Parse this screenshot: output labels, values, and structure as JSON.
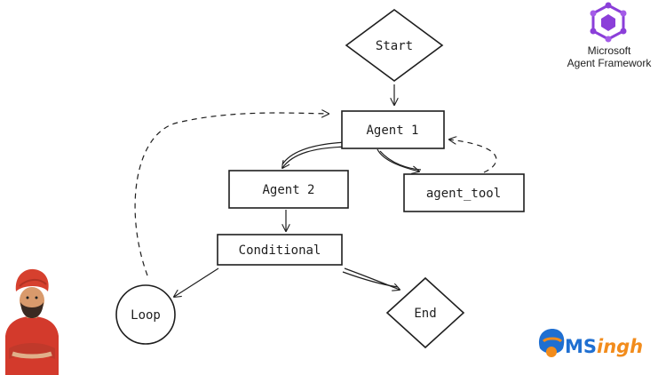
{
  "diagram": {
    "nodes": {
      "start": "Start",
      "agent1": "Agent 1",
      "agent2": "Agent 2",
      "agent_tool": "agent_tool",
      "conditional": "Conditional",
      "loop": "Loop",
      "end": "End"
    },
    "edges": [
      {
        "from": "start",
        "to": "agent1",
        "style": "solid"
      },
      {
        "from": "agent1",
        "to": "agent2",
        "style": "solid"
      },
      {
        "from": "agent1",
        "to": "agent_tool",
        "style": "solid"
      },
      {
        "from": "agent_tool",
        "to": "agent1",
        "style": "dashed"
      },
      {
        "from": "agent2",
        "to": "conditional",
        "style": "solid"
      },
      {
        "from": "conditional",
        "to": "loop",
        "style": "solid"
      },
      {
        "from": "conditional",
        "to": "end",
        "style": "solid"
      },
      {
        "from": "loop",
        "to": "agent1",
        "style": "dashed"
      }
    ]
  },
  "branding": {
    "framework_line1": "Microsoft",
    "framework_line2": "Agent Framework",
    "framework_icon": "hexagon-network-icon",
    "framework_color": "#8b3fd9",
    "msingh_ms": "MS",
    "msingh_rest": "ingh",
    "msingh_blue": "#1f6fd1",
    "msingh_orange": "#f28c1c",
    "avatar_icon": "turbaned-man-avatar",
    "avatar_shirt_color": "#d33a2c",
    "avatar_turban_color": "#d6402e"
  }
}
